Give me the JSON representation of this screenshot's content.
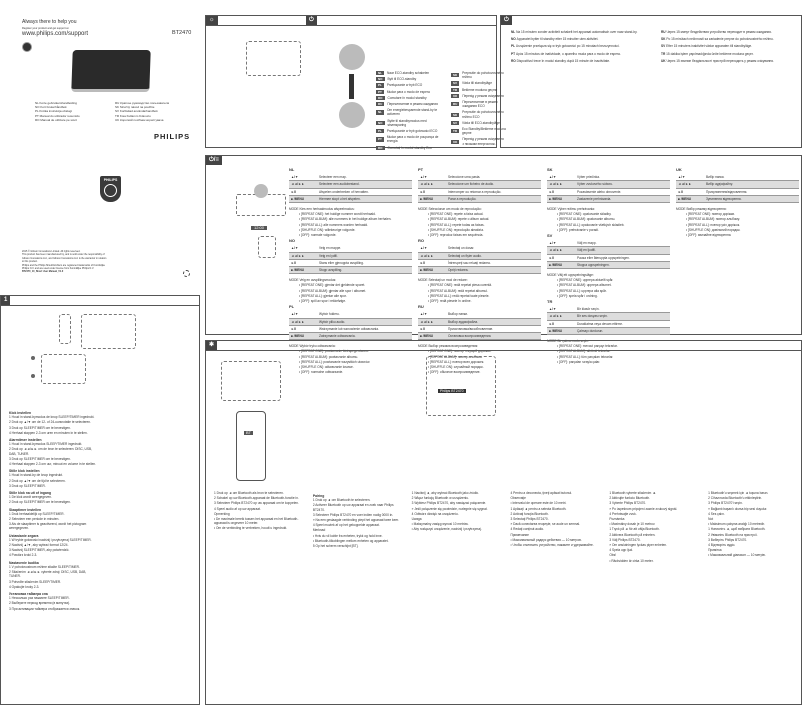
{
  "cover": {
    "tagline": "Always there to help you",
    "register": "Register your product and get support at",
    "url": "www.philips.com/support",
    "model": "BT2470",
    "languages_left": [
      "NL  Korte gebruikershandleiding",
      "NO  Kort brukerhåndbok",
      "PL  Krótka instrukcja obsługi",
      "PT  Manual do utilizador resumido",
      "RO  Manual de utilizare pe scurt"
    ],
    "languages_right": [
      "RU  Краткое руководство пользователя",
      "SK  Stručný návod na použitie",
      "SV  Kortfattad användarhandbok",
      "TR  Kısa Kullanım Kılavuzu",
      "UK  Короткий посібник користувача"
    ],
    "brand": "PHILIPS",
    "shield_text": "PHILIPS",
    "copyright": [
      "2015 © Gibson Innovations Limited. All rights reserved.",
      "This product has been manufactured by, and is sold under the responsibility of",
      "Gibson Innovations Ltd., and Gibson Innovations Ltd. is the warrantor in relation",
      "to this product.",
      "Philips and the Philips Shield Emblem are registered trademarks of Koninklijke",
      "Philips N.V. and are used under license from Koninklijke Philips N.V.",
      "BT2470_10_Short User Manual_V1.0"
    ]
  },
  "section_badges": {
    "eco": "☼",
    "power": "⏻",
    "menu": "⏻/≡",
    "bt": "✱",
    "one": "1"
  },
  "eco_list_left": [
    {
      "code": "NL",
      "text": "Naar ECO-standby schakelen"
    },
    {
      "code": "NO",
      "text": "Bytt til ECO-standby"
    },
    {
      "code": "PL",
      "text": "Przełączanie w tryb ECO"
    },
    {
      "code": "PT",
      "text": "Mudar para o modo de espera"
    },
    {
      "code": "RO",
      "text": "Comutare în modul standby"
    },
    {
      "code": "RU",
      "text": "Переключение в режим ожидания"
    },
    {
      "code": "NL",
      "text": "Om energiebesparende stand-by te activeren"
    },
    {
      "code": "NO",
      "text": "Bytte til standbymodus med strømsparing"
    },
    {
      "code": "PL",
      "text": "Przełączanie w tryb gotowości ECO"
    },
    {
      "code": "PT",
      "text": "Mudar para o modo de poupança de energia"
    },
    {
      "code": "RO",
      "text": "Comutați în modul standby Eco"
    }
  ],
  "eco_list_right": [
    {
      "code": "SK",
      "text": "Prepnutie do pohotovostného režimu"
    },
    {
      "code": "SV",
      "text": "Växla till standbyläge"
    },
    {
      "code": "TR",
      "text": "Bekleme moduna geçme"
    },
    {
      "code": "UK",
      "text": "Перехід у режим очікування"
    },
    {
      "code": "RU",
      "text": "Переключение в режим ожидания ECO"
    },
    {
      "code": "SK",
      "text": "Prepnutie do pohotovostného režimu ECO"
    },
    {
      "code": "SV",
      "text": "Växla till ECO-standbyläge"
    },
    {
      "code": "TR",
      "text": "Eco Standby/Bekleme moduna geçme"
    },
    {
      "code": "UK",
      "text": "Перехід у режим очікування з низьким енергоспож."
    }
  ],
  "top_right_text": [
    [
      "NL",
      "Na 15 minuten zonder activiteit schakelt het apparaat automatisch over naar stand-by."
    ],
    [
      "NO",
      "Apparatet bytter til standby etter 15 minutter uten aktivitet."
    ],
    [
      "PL",
      "Urządzenie przełącza się w tryb gotowości po 15 minutach bezczynności."
    ],
    [
      "PT",
      "Após 15 minutos de inatividade, o aparelho muda para o modo de espera."
    ],
    [
      "RO",
      "Dispozitivul trece în modul standby după 15 minute de inactivitate."
    ],
    [
      "RU",
      "Через 15 минут бездействия устройство переходит в режим ожидания."
    ],
    [
      "SK",
      "Po 15 minútach nečinnosti sa zariadenie prepne do pohotovostného režimu."
    ],
    [
      "SV",
      "Efter 15 minuters inaktivitet växlar apparaten till standbyläge."
    ],
    [
      "TR",
      "15 dakika işlem yapılmadığında ünite bekleme moduna geçer."
    ],
    [
      "UK",
      "Через 15 хвилин бездіяльності пристрій переходить у режим очікування."
    ]
  ],
  "controls": [
    {
      "lang": "NL",
      "rows": [
        [
          "▲/▼",
          "Selecteer een map."
        ],
        [
          "◄◄/►►",
          "Selecteer een audiobestand."
        ],
        [
          "►II",
          "Afspelen onderbreken of hervatten."
        ],
        [
          "■ /MENU",
          "Hiermee stopt u het afspelen."
        ]
      ],
      "mode": "MODE  Kies een herhaalmodus afspeelmodus:",
      "items": [
        "[REPEAT ONE]: het huidige nummer wordt herhaald.",
        "[REPEAT ALBUM]: alle nummers in het huidige album herhalen.",
        "[REPEAT ALL]: alle nummers worden herhaald.",
        "[SHUFFLE ON]: willekeurige volgorde.",
        "[OFF]: normale volgorde."
      ]
    },
    {
      "lang": "NO",
      "rows": [
        [
          "▲/▼",
          "Velg en mappe."
        ],
        [
          "◄◄/►►",
          "Velg en lydfil."
        ],
        [
          "►II",
          "Stans eller gjenoppta avspilling."
        ],
        [
          "■ /MENU",
          "Stopp avspilling."
        ]
      ],
      "mode": "MODE  Velg en avspillingsmodus:",
      "items": [
        "[REPEAT ONE]: gjentar det gjeldende sporet.",
        "[REPEAT ALBUM]: gjentar alle spor i albumet.",
        "[REPEAT ALL]: gjentar alle spor.",
        "[OFF]: spill av spor i rekkefølge."
      ]
    },
    {
      "lang": "PL",
      "rows": [
        [
          "▲/▼",
          "Wybór folderu."
        ],
        [
          "◄◄/►►",
          "Wybór pliku audio."
        ],
        [
          "►II",
          "Wstrzymanie lub wznowienie odtwarzania."
        ],
        [
          "■ /MENU",
          "Zatrzymanie odtwarzania."
        ]
      ],
      "mode": "MODE  Wybór trybu odtwarzania:",
      "items": [
        "[REPEAT ONE]: powtarzanie bieżącego utworu.",
        "[REPEAT ALBUM]: powtarzanie albumu.",
        "[REPEAT ALL]: powtarzanie wszystkich utworów.",
        "[SHUFFLE ON]: odtwarzanie losowe.",
        "[OFF]: normalne odtwarzanie."
      ]
    },
    {
      "lang": "PT",
      "rows": [
        [
          "▲/▼",
          "Seleccione uma pasta."
        ],
        [
          "◄◄/►►",
          "Seleccione um ficheiro de áudio."
        ],
        [
          "►II",
          "Interromper ou retomar a reprodução."
        ],
        [
          "■ /MENU",
          "Parar a reprodução."
        ]
      ],
      "mode": "MODE  Seleccionar um modo de reprodução:",
      "items": [
        "[REPEAT ONE]: repete a faixa actual.",
        "[REPEAT ALBUM]: repete o álbum actual.",
        "[REPEAT ALL]: repete todas as faixas.",
        "[SHUFFLE ON]: reprodução aleatória.",
        "[OFF]: reproduz faixas em sequência."
      ]
    },
    {
      "lang": "RO",
      "rows": [
        [
          "▲/▼",
          "Selectaţi un dosar."
        ],
        [
          "◄◄/►►",
          "Selectaţi un fişier audio."
        ],
        [
          "►II",
          "Întrerupeţi sau reluaţi redarea."
        ],
        [
          "■ /MENU",
          "Opriţi redarea."
        ]
      ],
      "mode": "MODE  Selectaţi un mod de redare:",
      "items": [
        "[REPEAT ONE]: redă repetat piesa curentă.",
        "[REPEAT ALBUM]: redă repetat albumul.",
        "[REPEAT ALL]: redă repetat toate piesele.",
        "[OFF]: redă piesele în ordine."
      ]
    },
    {
      "lang": "RU",
      "rows": [
        [
          "▲/▼",
          "Выбор папки."
        ],
        [
          "◄◄/►►",
          "Выбор аудиофайла."
        ],
        [
          "►II",
          "Приостановка/возобновление."
        ],
        [
          "■ /MENU",
          "Остановка воспроизведения."
        ]
      ],
      "mode": "MODE  Выбор режима воспроизведения:",
      "items": [
        "[REPEAT ONE]: повтор текущей дорожки.",
        "[REPEAT ALBUM]: повтор альбома.",
        "[REPEAT ALL]: повтор всех дорожек.",
        "[SHUFFLE ON]: случайный порядок.",
        "[OFF]: обычное воспроизведение."
      ]
    },
    {
      "lang": "SK",
      "rows": [
        [
          "▲/▼",
          "Výber priečinka."
        ],
        [
          "◄◄/►►",
          "Výber zvukového súboru."
        ],
        [
          "►II",
          "Pozastavenie alebo obnovenie."
        ],
        [
          "■ /MENU",
          "Zastavenie prehrávania."
        ]
      ],
      "mode": "MODE  Výber režimu prehrávania:",
      "items": [
        "[REPEAT ONE]: opakovanie skladby.",
        "[REPEAT ALBUM]: opakovanie albumu.",
        "[REPEAT ALL]: opakovanie všetkých skladieb.",
        "[OFF]: prehrávanie v poradí."
      ]
    },
    {
      "lang": "SV",
      "rows": [
        [
          "▲/▼",
          "Välj en mapp."
        ],
        [
          "◄◄/►►",
          "Välj en ljudfil."
        ],
        [
          "►II",
          "Pausa eller återuppta uppspelningen."
        ],
        [
          "■ /MENU",
          "Stoppa uppspelningen."
        ]
      ],
      "mode": "MODE  Välj ett uppspelningsläge:",
      "items": [
        "[REPEAT ONE]: upprepa aktuellt spår.",
        "[REPEAT ALBUM]: upprepa albumet.",
        "[REPEAT ALL]: upprepa alla spår.",
        "[OFF]: spela spår i ordning."
      ]
    },
    {
      "lang": "TR",
      "rows": [
        [
          "▲/▼",
          "Bir klasör seçin."
        ],
        [
          "◄◄/►►",
          "Bir ses dosyası seçin."
        ],
        [
          "►II",
          "Duraklatma veya devam ettirme."
        ],
        [
          "■ /MENU",
          "Çalmayı durdurun."
        ]
      ],
      "mode": "MODE  Bir çalma modu seçin:",
      "items": [
        "[REPEAT ONE]: mevcut parçayı tekrarlar.",
        "[REPEAT ALBUM]: albümü tekrarlar.",
        "[REPEAT ALL]: tüm parçaları tekrarlar.",
        "[OFF]: parçaları sırayla çalar."
      ]
    },
    {
      "lang": "UK",
      "rows": [
        [
          "▲/▼",
          "Вибір папки."
        ],
        [
          "◄◄/►►",
          "Вибір аудіофайлу."
        ],
        [
          "►II",
          "Призупинення/відновлення."
        ],
        [
          "■ /MENU",
          "Зупинення відтворення."
        ]
      ],
      "mode": "MODE  Вибір режиму відтворення:",
      "items": [
        "[REPEAT ONE]: повтор доріжки.",
        "[REPEAT ALBUM]: повтор альбому.",
        "[REPEAT ALL]: повтор усіх доріжок.",
        "[SHUFFLE ON]: довільний порядок.",
        "[OFF]: звичайне відтворення."
      ]
    }
  ],
  "clock_section": [
    {
      "h": "Klok instellen",
      "p": [
        "1  Houd in stand-bymodus de knop SLEEP/TIMER ingedrukt.",
        "2  Druk op ▲/▼ om de 12- of 24-uursnotatie te selecteren.",
        "3  Druk op SLEEP/TIMER om te bevestigen.",
        "4  Herhaal stappen 2-3 om uren en minuten in te stellen."
      ]
    },
    {
      "h": "Alarmtimer instellen",
      "p": [
        "1  Houd in stand-bymodus SLEEP/TIMER ingedrukt.",
        "2  Druk op ◄◄/►► om de bron te selecteren: DISC, USB, DAB, TUNER.",
        "3  Druk op SLEEP/TIMER om te bevestigen.",
        "4  Herhaal stappen 2-3 om uur, minuut en volume in te stellen."
      ]
    },
    {
      "h": "Stille klok instellen",
      "p": [
        "1  Houd in stand-by de knop ingedrukt.",
        "2  Druk op ▲/▼ om de tijd te selecteren.",
        "3  Druk op SLEEP/TIMER."
      ]
    },
    {
      "h": "Stille klok na uit of ingang",
      "p": [
        "1  De klok wordt weergegeven.",
        "2  Druk op SLEEP/TIMER om te bevestigen."
      ]
    },
    {
      "h": "Slaaptimer instellen",
      "p": [
        "1  Druk herhaaldelijk op SLEEP/TIMER.",
        "2  Selecteer een periode in minuten.",
        "3  Als de slaaptimer is geactiveerd, wordt het pictogram weergegeven."
      ]
    },
    {
      "h": "Ustawianie zegara",
      "p": [
        "1  W trybie gotowości naciśnij i przytrzymaj SLEEP/TIMER.",
        "2  Naciśnij ▲/▼, aby wybrać format 12/24.",
        "3  Naciśnij SLEEP/TIMER, aby potwierdzić.",
        "4  Powtórz kroki 2-3."
      ]
    },
    {
      "h": "Nastavenie budíka",
      "p": [
        "1  V pohotovostnom režime stlačte SLEEP/TIMER.",
        "2  Stlačením ◄◄/►► vyberte zdroj: DISC, USB, DAB, TUNER.",
        "3  Potvrďte stlačením SLEEP/TIMER.",
        "4  Opakujte kroky 2-3."
      ]
    },
    {
      "h": "Установка таймера сна",
      "p": [
        "1  Несколько раз нажмите SLEEP/TIMER.",
        "2  Выберите период времени (в минутах).",
        "3  При активации таймера отображается значок."
      ]
    }
  ],
  "bt_section": [
    {
      "h": "",
      "p": [
        "1  Druk op ◄ om Bluetooth als bron te selecteren.",
        "2  Schakel op uw Bluetooth-apparaat de Bluetooth-functie in.",
        "3  Selecteer Philips BT2470 op uw apparaat om te koppelen.",
        "4  Speel audio af op uw apparaat.",
        "Opmerking",
        "• De maximale bereik tussen het apparaat en het Bluetooth-apparaat is ongeveer 10 meter.",
        "• Om de verbinding te verbreken, houdt u ingedrukt."
      ]
    },
    {
      "h": "Pairing",
      "p": [
        "1  Druk op ◄ om Bluetooth te selecteren.",
        "2  Activeer Bluetooth op uw apparaat en zoek naar Philips BT2470.",
        "3  Selecteer Philips BT2470 en voer indien nodig 0000 in.",
        "» Na een geslaagde verbinding piept het apparaat twee keer.",
        "4  Speel muziek af op het gekoppelde apparaat.",
        "Merknad",
        "• Hvis du vil koble fra enheten, trykk og hold inne.",
        "• Bluetooth-tilkoblingen mellom enheten og apparatet.",
        "5  Op het scherm verschijnt [BT]."
      ]
    },
    {
      "h": "",
      "p": [
        "1  Naciśnij ◄, aby wybrać Bluetooth jako źródło.",
        "2  Włącz funkcję Bluetooth w urządzeniu.",
        "3  Wybierz Philips BT2470, aby nawiązać połączenie.",
        "» Jeśli połączenie się powiedzie, rozlegnie się sygnał.",
        "4  Odtwórz dźwięk na urządzeniu.",
        "Uwaga",
        "• Maksymalny zasięg wynosi 10 metrów.",
        "• Aby rozłączyć urządzenie, naciśnij i przytrzymaj."
      ]
    },
    {
      "h": "",
      "p": [
        "4  Pentru a deconecta, ţineţi apăsat butonul.",
        "Observaţie",
        "• Intervalul de operare este de 10 metri.",
        "1  Apăsaţi ◄ pentru a selecta Bluetooth.",
        "2  Activaţi funcţia Bluetooth.",
        "3  Selectaţi Philips BT2470.",
        "» Dacă conectarea reuşeşte, se aude un semnal.",
        "4  Redaţi conţinut audio.",
        "Примечание",
        "• Максимальный радиус действия — 10 метров.",
        "• Чтобы отключить устройство, нажмите и удерживайте."
      ]
    },
    {
      "h": "",
      "p": [
        "1  Bluetooth vyberte stlačením ◄.",
        "2  Aktivujte funkciu Bluetooth.",
        "3  Vyberte Philips BT2470.",
        "» Po úspešnom pripojení zaznie zvukový signál.",
        "4  Prehrávajte zvuk.",
        "Poznámka",
        "• Maximálny dosah je 10 metrov.",
        "1  Tryck på ◄ för att välja Bluetooth.",
        "2  Aktivera Bluetooth på enheten.",
        "3  Välj Philips BT2470.",
        "» Om anslutningen lyckas piper enheten.",
        "4  Spela upp ljud.",
        "Obs!",
        "• Räckvidden är cirka 10 meter."
      ]
    },
    {
      "h": "",
      "p": [
        "1  Bluetooth'u seçmek için ◄ tuşuna basın.",
        "2  Cihazınızda Bluetooth'u etkinleştirin.",
        "3  Philips BT2470'i seçin.",
        "» Bağlantı başarılı olursa bip sesi duyulur.",
        "4  Ses çalın.",
        "Not",
        "• Maksimum çalışma aralığı 10 metredir.",
        "1  Натисніть ◄, щоб вибрати Bluetooth.",
        "2  Увімкніть Bluetooth на пристрої.",
        "3  Виберіть Philips BT2470.",
        "4  Відтворіть аудіо.",
        "Примітка",
        "• Максимальний діапазон — 10 метрів."
      ]
    }
  ],
  "figure_labels": {
    "display_time": "12:00",
    "display_bt": "BT",
    "device_name": "Philips BT2470"
  }
}
